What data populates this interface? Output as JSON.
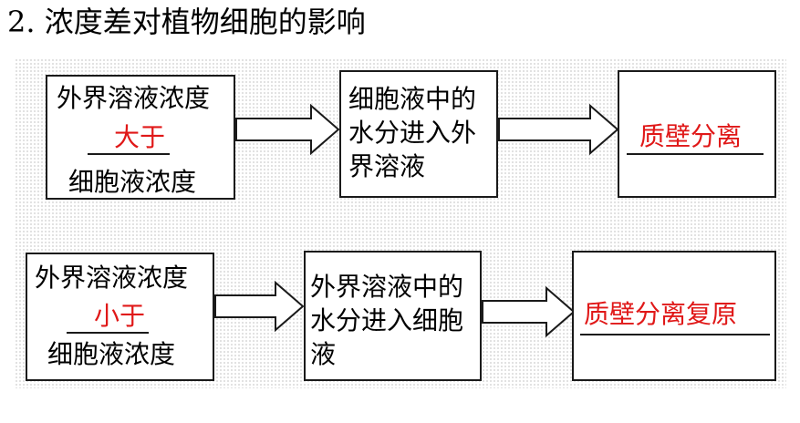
{
  "title": "2. 浓度差对植物细胞的影响",
  "rows": [
    {
      "condition": {
        "top": "外界溶液浓度",
        "relation": "大于",
        "bottom": "细胞液浓度"
      },
      "process": [
        "细胞液中的",
        "水分进入外",
        "界溶液"
      ],
      "result": "质壁分离"
    },
    {
      "condition": {
        "top": "外界溶液浓度",
        "relation": "小于",
        "bottom": "细胞液浓度"
      },
      "process": [
        "外界溶液中的",
        "水分进入细胞",
        "液"
      ],
      "result": "质壁分离复原"
    }
  ],
  "colors": {
    "highlight": "#e01818",
    "border": "#1a1a1a",
    "text": "#000000"
  }
}
